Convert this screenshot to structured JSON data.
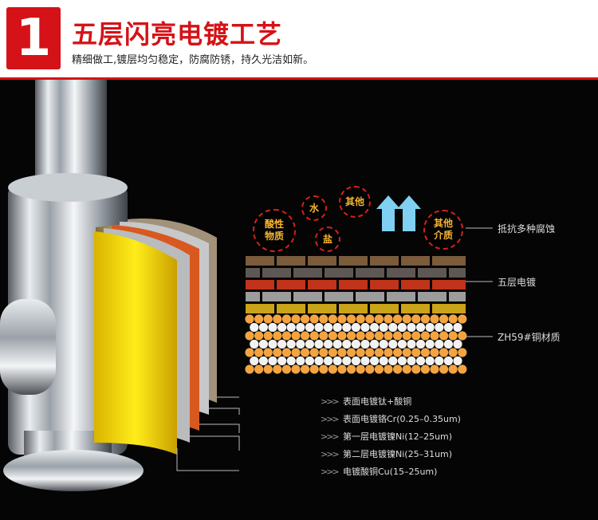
{
  "header": {
    "number": "1",
    "title": "五层闪亮电镀工艺",
    "subtitle": "精细做工,镀层均匀稳定，防腐防锈，持久光洁如新。"
  },
  "bubbles": [
    {
      "text": "酸性\n物质",
      "line1": "酸性",
      "line2": "物质"
    },
    {
      "text": "水"
    },
    {
      "text": "盐"
    },
    {
      "text": "其他"
    },
    {
      "text": "其他\n介质",
      "line1": "其他",
      "line2": "介质"
    }
  ],
  "right_labels": {
    "resist": "抵抗多种腐蚀",
    "plating": "五层电镀",
    "base": "ZH59#铜材质"
  },
  "layers": [
    {
      "arrow": ">>>",
      "label": "表面电镀钛+酸铜"
    },
    {
      "arrow": ">>>",
      "label": "表面电镀铬Cr(0.25–0.35um)"
    },
    {
      "arrow": ">>>",
      "label": "第一层电镀镍Ni(12–25um)"
    },
    {
      "arrow": ">>>",
      "label": "第二层电镀镍Ni(25–31um)"
    },
    {
      "arrow": ">>>",
      "label": "电镀酸铜Cu(15–25um)"
    }
  ],
  "colors": {
    "accent_red": "#d51217",
    "bubble_text": "#f7b531",
    "arrow_blue": "#7fd0f2"
  }
}
